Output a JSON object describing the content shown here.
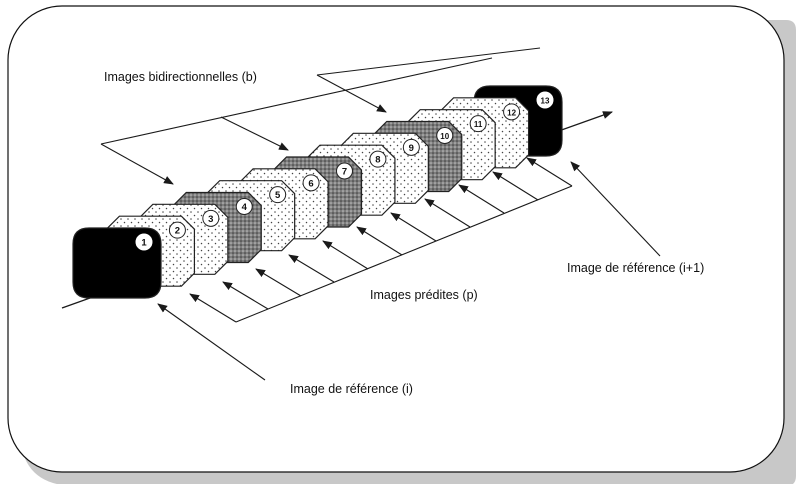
{
  "labels": {
    "bidirectional": "Images bidirectionnelles (b)",
    "predicted": "Images prédites (p)",
    "reference_i": "Image de référence (i)",
    "reference_i1": "Image de référence (i+1)"
  },
  "frames": [
    {
      "number": "1",
      "kind": "reference"
    },
    {
      "number": "2",
      "kind": "bidirectional"
    },
    {
      "number": "3",
      "kind": "bidirectional"
    },
    {
      "number": "4",
      "kind": "predicted"
    },
    {
      "number": "5",
      "kind": "bidirectional"
    },
    {
      "number": "6",
      "kind": "bidirectional"
    },
    {
      "number": "7",
      "kind": "predicted"
    },
    {
      "number": "8",
      "kind": "bidirectional"
    },
    {
      "number": "9",
      "kind": "bidirectional"
    },
    {
      "number": "10",
      "kind": "predicted"
    },
    {
      "number": "11",
      "kind": "bidirectional"
    },
    {
      "number": "12",
      "kind": "bidirectional"
    },
    {
      "number": "13",
      "kind": "reference"
    }
  ],
  "colors": {
    "reference": "#000000",
    "predicted": "#8c8c8c",
    "bidirectional": "#ffffff",
    "line": "#1a1a1a",
    "frame_outline": "#222222",
    "card_shadow": "#9a9a9a"
  }
}
